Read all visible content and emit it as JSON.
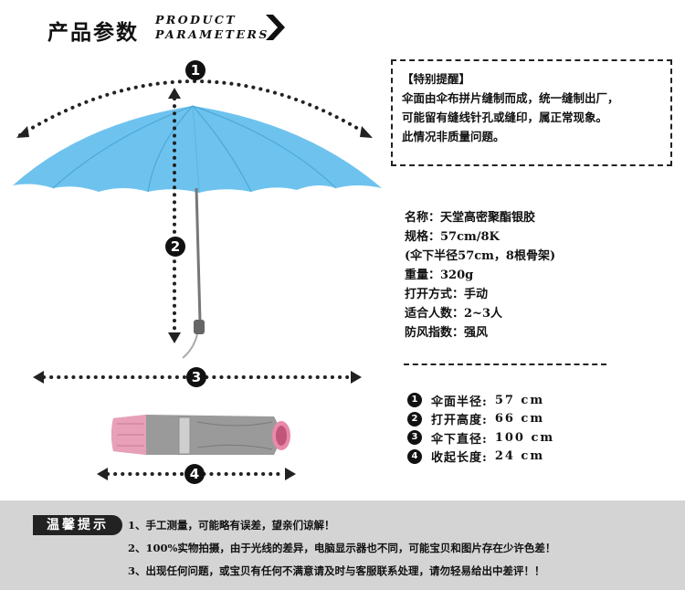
{
  "header": {
    "title_cn": "产品参数",
    "title_en_line1": "PRODUCT",
    "title_en_line2": "PARAMETERS"
  },
  "notice": {
    "title": "【特别提醒】",
    "lines": [
      "伞面由伞布拼片缝制而成，统一缝制出厂，",
      "可能留有缝线针孔或缝印，属正常现象。",
      "此情况非质量问题。"
    ]
  },
  "specs": [
    "名称：天堂高密聚酯银胶",
    "规格：57cm/8K",
    "(伞下半径57cm，8根骨架)",
    "重量：320g",
    "打开方式：手动",
    "适合人数：2~3人",
    "防风指数：强风"
  ],
  "dimensions": [
    {
      "num": "1",
      "label": "伞面半径:",
      "value": "57 cm"
    },
    {
      "num": "2",
      "label": "打开高度:",
      "value": "66 cm"
    },
    {
      "num": "3",
      "label": "伞下直径:",
      "value": "100 cm"
    },
    {
      "num": "4",
      "label": "收起长度:",
      "value": "24 cm"
    }
  ],
  "diagram_markers": [
    "1",
    "2",
    "3",
    "4"
  ],
  "footer": {
    "badge": "温馨提示",
    "tips": [
      "1、手工测量，可能略有误差，望亲们谅解！",
      "2、100%实物拍摄，由于光线的差异，电脑显示器也不同，可能宝贝和图片存在少许色差！",
      "3、出现任何问题，或宝贝有任何不满意请及时与客服联系处理，请勿轻易给出中差评！！"
    ]
  },
  "colors": {
    "canopy": "#6ec3ee",
    "canopy_shade": "#4aa8d8",
    "folded_fabric": "#9a9a9a",
    "folded_trim": "#e8a0b8",
    "footer_bg": "#d4d4d4"
  }
}
